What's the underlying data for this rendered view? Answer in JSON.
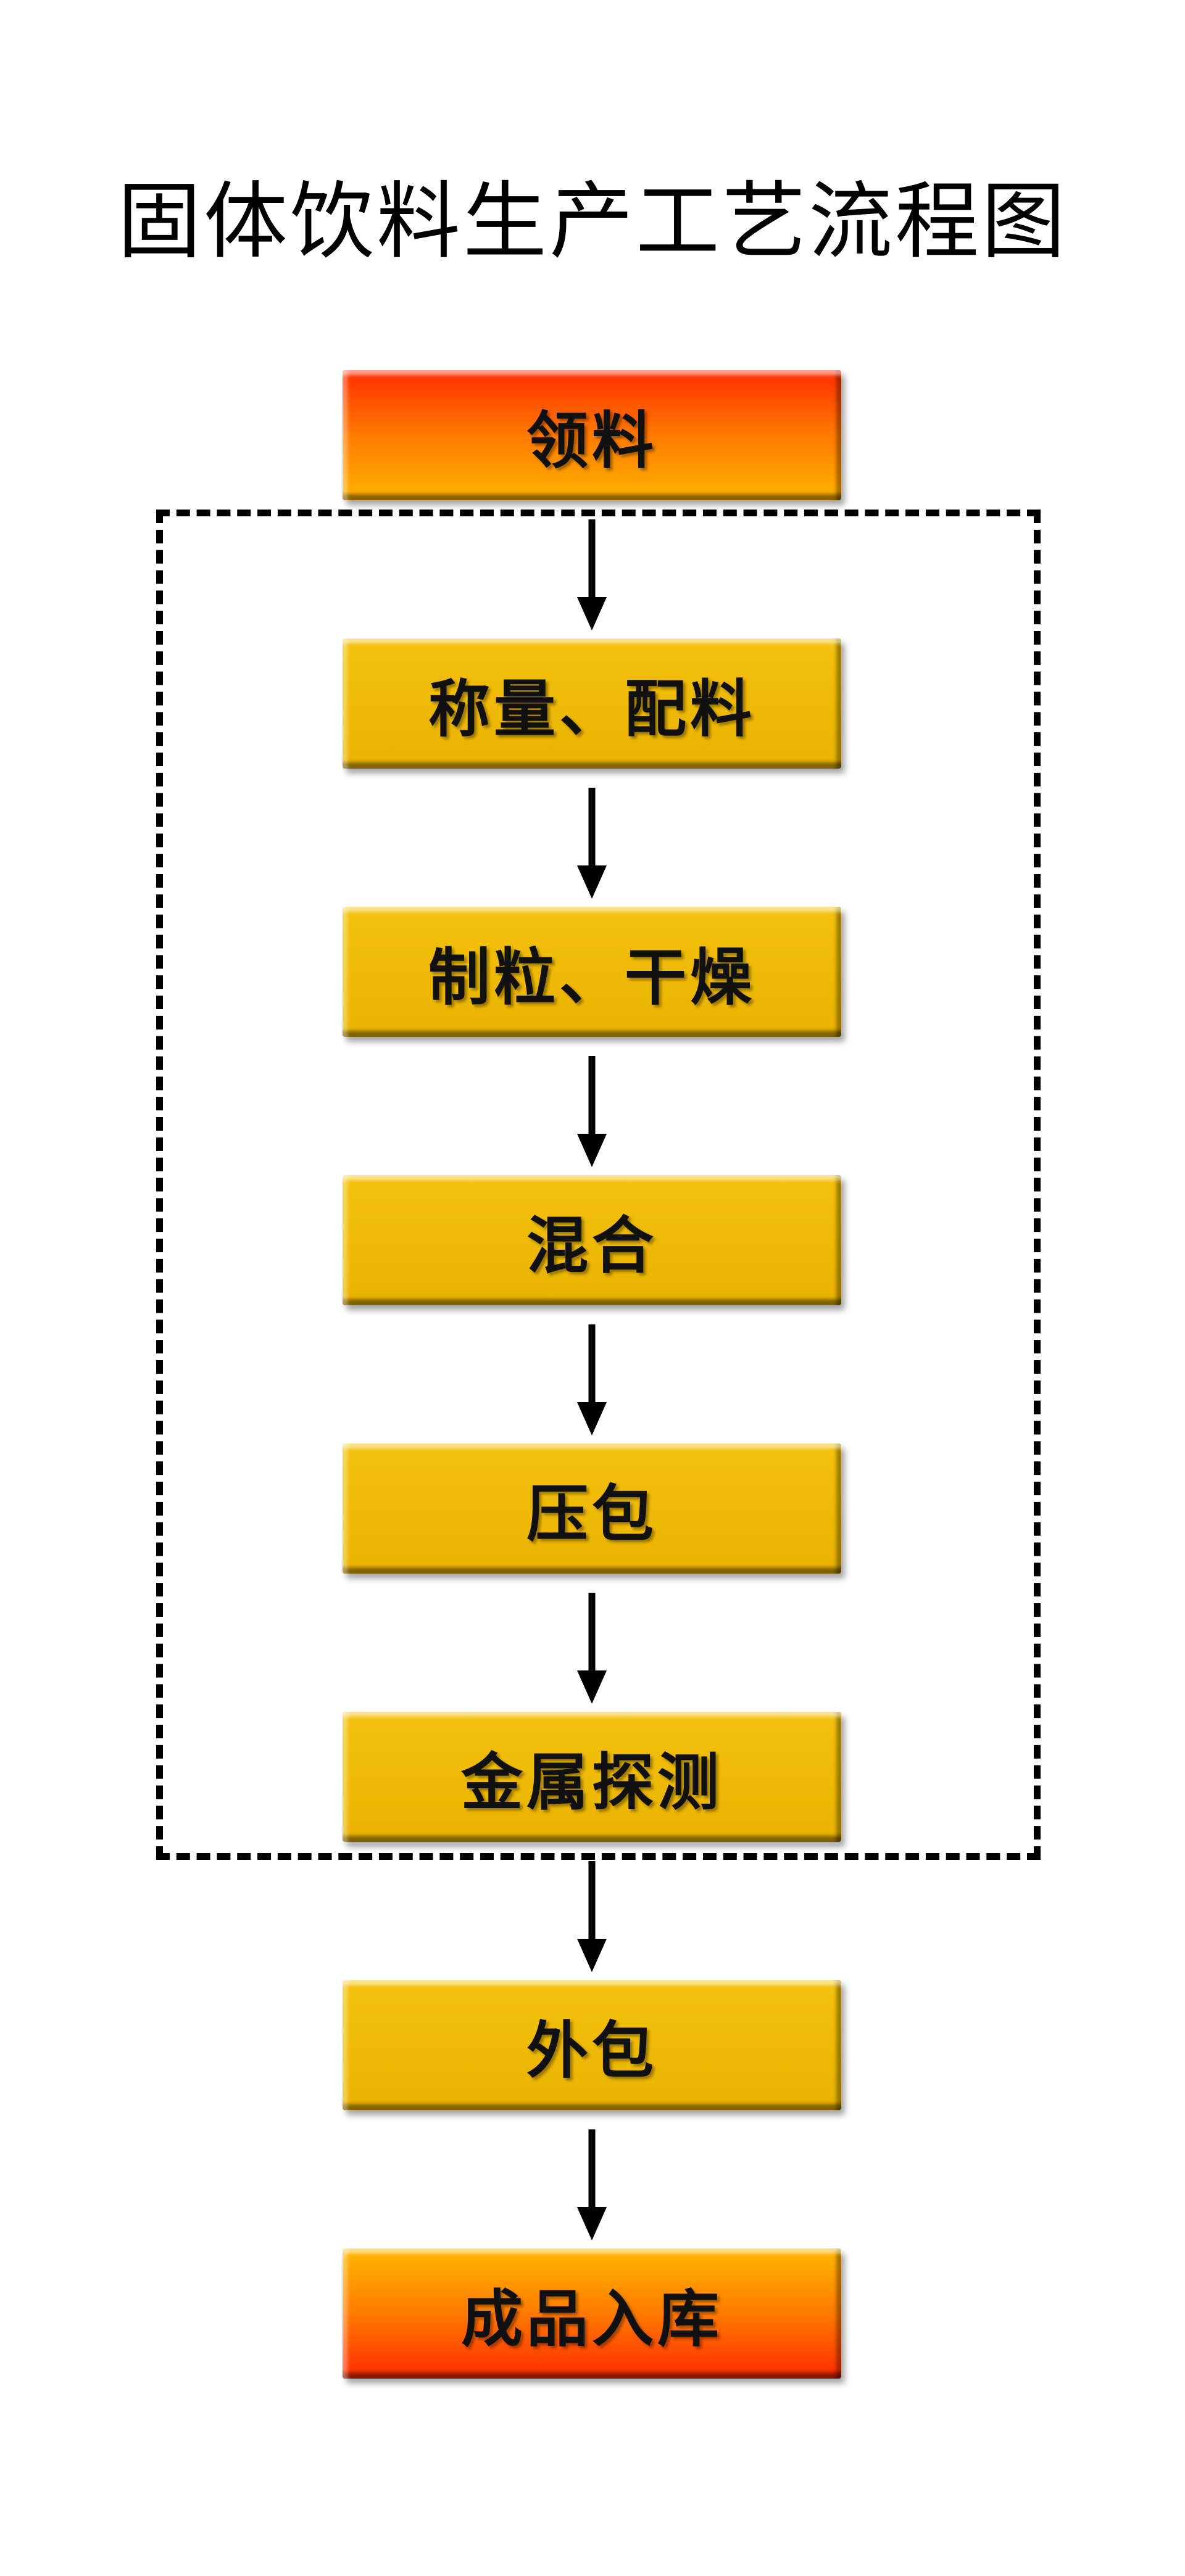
{
  "title": "固体饮料生产工艺流程图",
  "steps": [
    {
      "label": "领料"
    },
    {
      "label": "称量、配料"
    },
    {
      "label": "制粒、干燥"
    },
    {
      "label": "混合"
    },
    {
      "label": "压包"
    },
    {
      "label": "金属探测"
    },
    {
      "label": "外包"
    },
    {
      "label": "成品入库"
    }
  ],
  "colors": {
    "step_fill": "#F0B800",
    "start_end_fill_top": "#FF2D00",
    "start_end_fill_bottom": "#FFB300",
    "arrow": "#000000",
    "dashed_border": "#000000"
  }
}
